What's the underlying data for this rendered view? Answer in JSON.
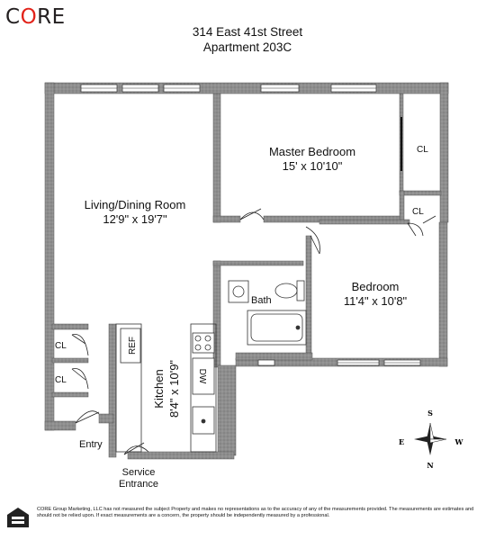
{
  "brand": {
    "logo_pre": "C",
    "logo_accent": "O",
    "logo_post": "RE",
    "accent_color": "#e2231a"
  },
  "header": {
    "address_line1": "314 East 41st Street",
    "address_line2": "Apartment 203C"
  },
  "rooms": {
    "living": {
      "name": "Living/Dining Room",
      "dims": "12'9\" x 19'7\""
    },
    "master": {
      "name": "Master Bedroom",
      "dims": "15' x 10'10\""
    },
    "bedroom": {
      "name": "Bedroom",
      "dims": "11'4\" x 10'8\""
    },
    "kitchen": {
      "name": "Kitchen",
      "dims": "8'4\" x 10'9\""
    },
    "bath": {
      "name": "Bath"
    }
  },
  "labels": {
    "closet": "CL",
    "ref": "REF",
    "dw": "DW",
    "entry": "Entry",
    "service_line1": "Service",
    "service_line2": "Entrance"
  },
  "compass": {
    "n": "N",
    "s": "S",
    "e": "E",
    "w": "W"
  },
  "footer": {
    "disclaimer": "CORE Group Marketing, LLC has not measured the subject Property and makes no representations as to the accuracy of any of the measurements provided. The measurements are estimates and should not be relied upon. If exact measurements are a concern, the property should be independently measured by a professional."
  }
}
